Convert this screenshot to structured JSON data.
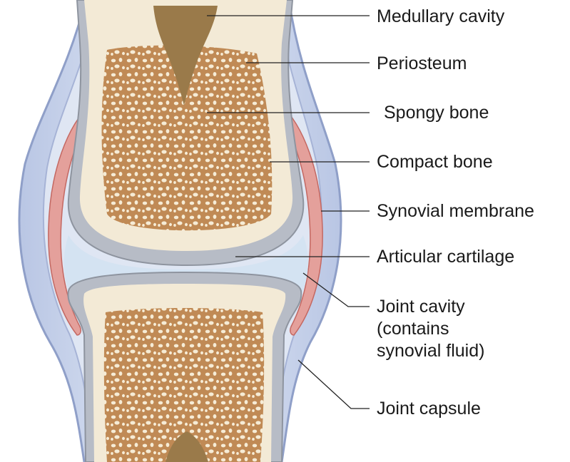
{
  "colors": {
    "capsule": "#c7d3ea",
    "capsule_edge": "#8f9fc8",
    "synovial_membrane": "#d9847f",
    "cartilage": "#b7bcc6",
    "compact_bone": "#f3ead6",
    "spongy_bone": "#c08a55",
    "pore": "#f6ecd6",
    "medullary": "#9a7a4a",
    "leader_line": "#222222"
  },
  "labels": {
    "medullary_cavity": "Medullary cavity",
    "periosteum": "Periosteum",
    "spongy_bone": "Spongy bone",
    "compact_bone": "Compact bone",
    "synovial_membrane": "Synovial membrane",
    "articular_cartilage": "Articular cartilage",
    "joint_cavity": "Joint cavity\n(contains\nsynovial fluid)",
    "joint_capsule": "Joint capsule"
  }
}
